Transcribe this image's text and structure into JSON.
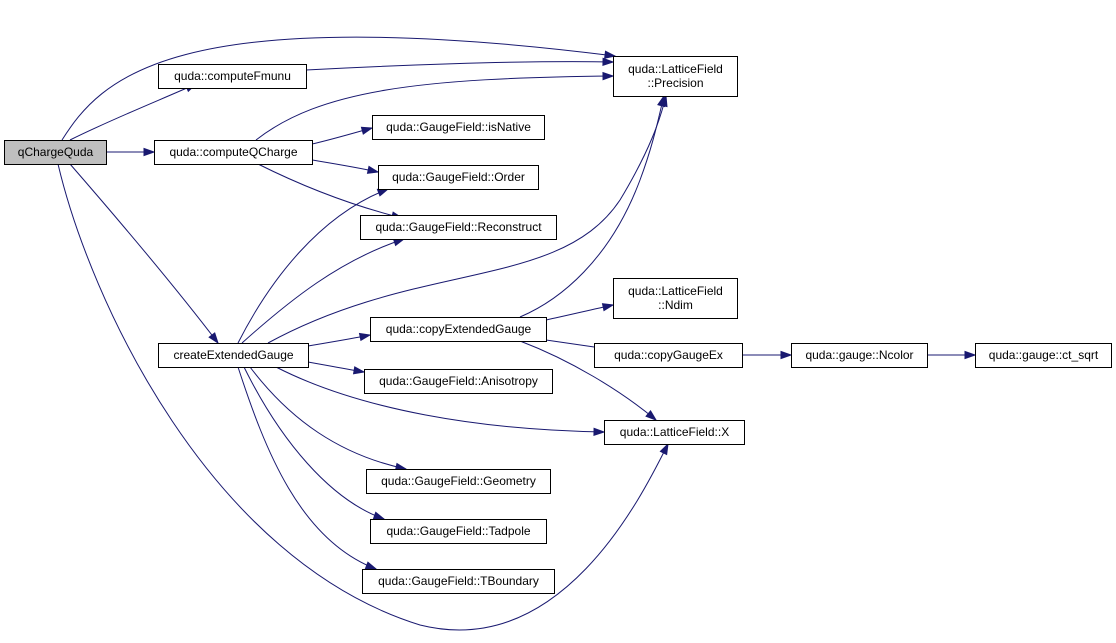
{
  "colors": {
    "edge": "#191970",
    "node_border": "#000000",
    "node_fill": "#ffffff",
    "root_fill": "#bfbfbf",
    "background": "#ffffff"
  },
  "nodes": [
    {
      "id": "qChargeQuda",
      "lines": [
        "qChargeQuda"
      ],
      "root": true
    },
    {
      "id": "computeFmunu",
      "lines": [
        "quda::computeFmunu"
      ]
    },
    {
      "id": "computeQCharge",
      "lines": [
        "quda::computeQCharge"
      ]
    },
    {
      "id": "createExtendedGauge",
      "lines": [
        "createExtendedGauge"
      ]
    },
    {
      "id": "lf_Precision",
      "lines": [
        "quda::LatticeField",
        "::Precision"
      ]
    },
    {
      "id": "gf_isNative",
      "lines": [
        "quda::GaugeField::isNative"
      ]
    },
    {
      "id": "gf_Order",
      "lines": [
        "quda::GaugeField::Order"
      ]
    },
    {
      "id": "gf_Reconstruct",
      "lines": [
        "quda::GaugeField::Reconstruct"
      ]
    },
    {
      "id": "copyExtendedGauge",
      "lines": [
        "quda::copyExtendedGauge"
      ]
    },
    {
      "id": "gf_Anisotropy",
      "lines": [
        "quda::GaugeField::Anisotropy"
      ]
    },
    {
      "id": "gf_Geometry",
      "lines": [
        "quda::GaugeField::Geometry"
      ]
    },
    {
      "id": "gf_Tadpole",
      "lines": [
        "quda::GaugeField::Tadpole"
      ]
    },
    {
      "id": "gf_TBoundary",
      "lines": [
        "quda::GaugeField::TBoundary"
      ]
    },
    {
      "id": "lf_Ndim",
      "lines": [
        "quda::LatticeField",
        "::Ndim"
      ]
    },
    {
      "id": "copyGaugeEx",
      "lines": [
        "quda::copyGaugeEx"
      ]
    },
    {
      "id": "lf_X",
      "lines": [
        "quda::LatticeField::X"
      ]
    },
    {
      "id": "gauge_Ncolor",
      "lines": [
        "quda::gauge::Ncolor"
      ]
    },
    {
      "id": "gauge_ct_sqrt",
      "lines": [
        "quda::gauge::ct_sqrt"
      ]
    }
  ],
  "edges": [
    {
      "from": "qChargeQuda",
      "to": "lf_Precision"
    },
    {
      "from": "qChargeQuda",
      "to": "computeFmunu"
    },
    {
      "from": "qChargeQuda",
      "to": "computeQCharge"
    },
    {
      "from": "qChargeQuda",
      "to": "createExtendedGauge"
    },
    {
      "from": "qChargeQuda",
      "to": "lf_X"
    },
    {
      "from": "computeFmunu",
      "to": "lf_Precision"
    },
    {
      "from": "computeQCharge",
      "to": "lf_Precision"
    },
    {
      "from": "computeQCharge",
      "to": "gf_isNative"
    },
    {
      "from": "computeQCharge",
      "to": "gf_Order"
    },
    {
      "from": "computeQCharge",
      "to": "gf_Reconstruct"
    },
    {
      "from": "createExtendedGauge",
      "to": "gf_Order"
    },
    {
      "from": "createExtendedGauge",
      "to": "gf_Reconstruct"
    },
    {
      "from": "createExtendedGauge",
      "to": "lf_Precision"
    },
    {
      "from": "createExtendedGauge",
      "to": "copyExtendedGauge"
    },
    {
      "from": "createExtendedGauge",
      "to": "gf_Anisotropy"
    },
    {
      "from": "createExtendedGauge",
      "to": "lf_X"
    },
    {
      "from": "createExtendedGauge",
      "to": "gf_Geometry"
    },
    {
      "from": "createExtendedGauge",
      "to": "gf_Tadpole"
    },
    {
      "from": "createExtendedGauge",
      "to": "gf_TBoundary"
    },
    {
      "from": "copyExtendedGauge",
      "to": "lf_Precision"
    },
    {
      "from": "copyExtendedGauge",
      "to": "lf_Ndim"
    },
    {
      "from": "copyExtendedGauge",
      "to": "copyGaugeEx"
    },
    {
      "from": "copyExtendedGauge",
      "to": "lf_X"
    },
    {
      "from": "copyGaugeEx",
      "to": "gauge_Ncolor"
    },
    {
      "from": "gauge_Ncolor",
      "to": "gauge_ct_sqrt"
    }
  ]
}
